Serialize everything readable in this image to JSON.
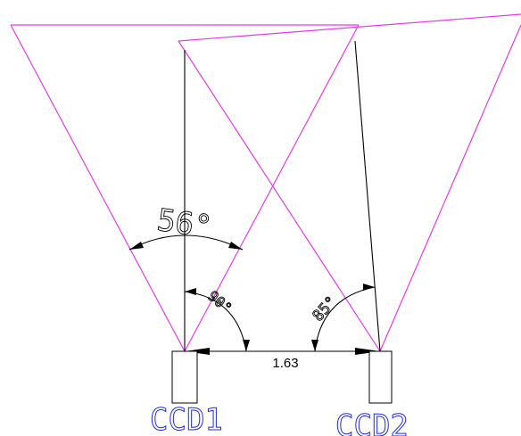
{
  "labels": {
    "fov_angle": "56°",
    "angle_left": "90°",
    "angle_right": "85°",
    "baseline": "1.63",
    "camera_left": "CCD1",
    "camera_right": "CCD2"
  },
  "colors": {
    "fov_lines": "#e040e0",
    "camera_labels": "#1f2bd6",
    "lines": "#000000"
  }
}
